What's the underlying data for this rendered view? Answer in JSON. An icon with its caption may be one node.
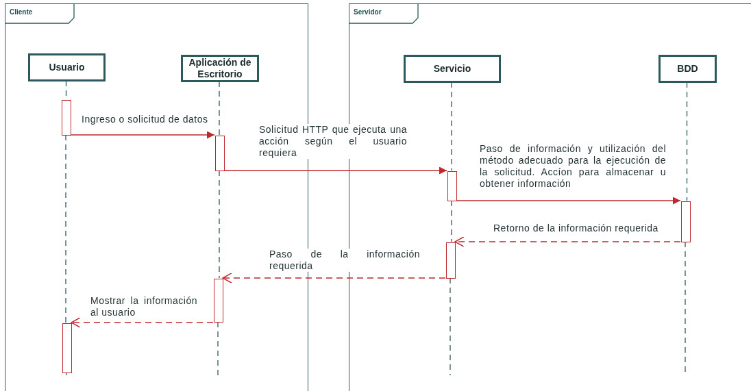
{
  "diagram": {
    "nodes": [
      {
        "text": [
          "Cliente"
        ]
      },
      {
        "text": [
          "Servidor"
        ]
      },
      {
        "text": [
          "Usuario"
        ],
        "in": 0
      },
      {
        "text": [
          "Aplicación de Escritorio"
        ],
        "in": 0
      },
      {
        "text": [
          "Servicio"
        ],
        "in": 1
      },
      {
        "text": [
          "BDD"
        ],
        "in": 1
      },
      {
        "text": [],
        "shape": "bar",
        "in": 0
      },
      {
        "text": [],
        "shape": "bar",
        "in": 0
      },
      {
        "text": [],
        "shape": "bar",
        "in": 1
      },
      {
        "text": [],
        "shape": "bar",
        "in": 1
      },
      {
        "text": [],
        "shape": "bar",
        "in": 1
      },
      {
        "text": [],
        "shape": "bar",
        "in": 0
      },
      {
        "text": [],
        "shape": "bar",
        "in": 0
      }
    ],
    "edges": [
      {
        "from": 6,
        "to": 7,
        "arrow": "to",
        "color": "#c0282d",
        "label": "Ingreso o solicitud de datos"
      },
      {
        "from": 7,
        "to": 8,
        "arrow": "to",
        "color": "#c0282d",
        "label": "Solicitud HTTP que ejecuta una acción según el usuario requiera"
      },
      {
        "from": 8,
        "to": 9,
        "arrow": "to",
        "color": "#c0282d",
        "label": "Paso de información y utilización del método adecuado para la ejecución de la solicitud. Accíon para almacenar u obtener información"
      },
      {
        "from": 9,
        "to": 10,
        "arrow": "to",
        "style": "dashed",
        "color": "#c0282d",
        "label": "Retorno de la información requerida"
      },
      {
        "from": 10,
        "to": 11,
        "arrow": "to",
        "style": "dashed",
        "color": "#c0282d",
        "label": "Paso de la información requerida"
      },
      {
        "from": 11,
        "to": 12,
        "arrow": "to",
        "style": "dashed",
        "color": "#c0282d",
        "label": "Mostrar la información al usuario"
      },
      {
        "from": 2,
        "to": 6,
        "arrow": "none",
        "style": "dashed"
      },
      {
        "from": 6,
        "to": 12,
        "arrow": "none",
        "style": "dashed"
      },
      {
        "from": 12,
        "to": null,
        "arrow": "none",
        "style": "dashed"
      },
      {
        "from": 3,
        "to": 7,
        "arrow": "none",
        "style": "dashed"
      },
      {
        "from": 7,
        "to": 11,
        "arrow": "none",
        "style": "dashed"
      },
      {
        "from": 11,
        "to": null,
        "arrow": "none",
        "style": "dashed"
      },
      {
        "from": 4,
        "to": 8,
        "arrow": "none",
        "style": "dashed"
      },
      {
        "from": 8,
        "to": 10,
        "arrow": "none",
        "style": "dashed"
      },
      {
        "from": 10,
        "to": null,
        "arrow": "none",
        "style": "dashed"
      },
      {
        "from": 5,
        "to": 9,
        "arrow": "none",
        "style": "dashed"
      },
      {
        "from": 9,
        "to": null,
        "arrow": "none",
        "style": "dashed"
      }
    ]
  }
}
